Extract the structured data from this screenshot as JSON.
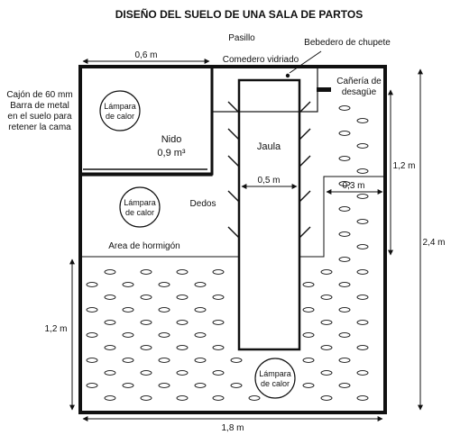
{
  "title": "DISEÑO DEL SUELO DE UNA SALA DE PARTOS",
  "labels": {
    "pasillo": "Pasillo",
    "bebedero": "Bebedero de chupete",
    "comedero": "Comedero vidriado",
    "caneria_line1": "Cañería de",
    "caneria_line2": "desagüe",
    "cajon_line1": "Cajón de 60 mm",
    "cajon_line2": "Barra de metal",
    "cajon_line3": "en el suelo para",
    "cajon_line4": "retener la cama",
    "nido": "Nido",
    "nido_area": "0,9 m³",
    "jaula": "Jaula",
    "dedos": "Dedos",
    "area_hormigon": "Area de hormigón",
    "lampara_1_line1": "Lámpara",
    "lampara_1_line2": "de calor",
    "lampara_2_line1": "Lámpara",
    "lampara_2_line2": "de calor",
    "lampara_3_line1": "Lámpara",
    "lampara_3_line2": "de calor"
  },
  "dimensions": {
    "nest_width": "0,6 m",
    "crate_width": "0,5 m",
    "slat_width": "0,3 m",
    "right_upper": "1,2 m",
    "total_height": "2,4 m",
    "left_lower": "1,2 m",
    "total_width": "1,8 m"
  },
  "colors": {
    "ink": "#111111",
    "background": "#ffffff"
  }
}
